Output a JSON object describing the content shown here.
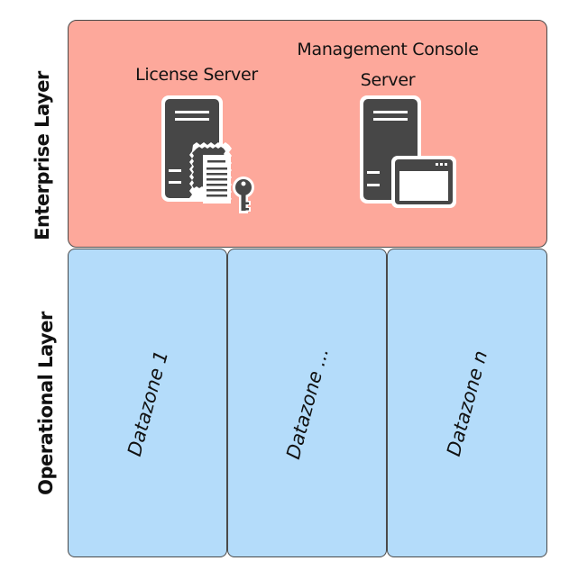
{
  "layers": {
    "enterprise": {
      "label": "Enterprise Layer",
      "color": "#fda89b",
      "servers": {
        "license": {
          "label": "License Server",
          "icon": "license-server-icon"
        },
        "management": {
          "label_line1": "Management Console",
          "label_line2": "Server",
          "icon": "management-console-server-icon"
        }
      }
    },
    "operational": {
      "label": "Operational Layer",
      "color": "#b4dcfa",
      "datazones": [
        {
          "label": "Datazone 1"
        },
        {
          "label": "Datazone ..."
        },
        {
          "label": "Datazone n"
        }
      ]
    }
  }
}
